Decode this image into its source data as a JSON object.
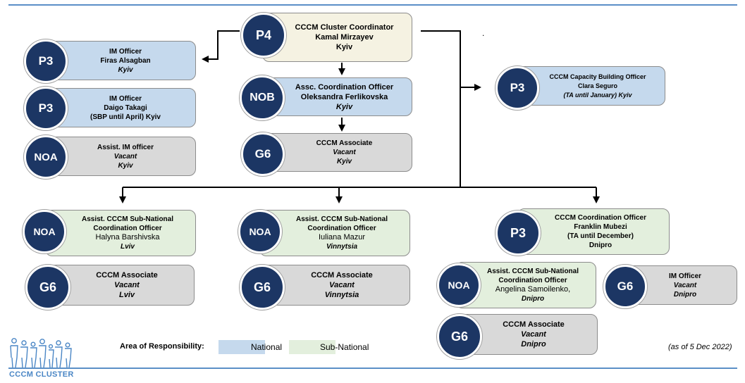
{
  "colors": {
    "national": "#c5d9ed",
    "sub_national": "#e3efdd",
    "coordinator": "#f5f2e2",
    "support": "#d9d9d9",
    "grade_circle": "#1c3664",
    "rule": "#5b8fc7"
  },
  "positions": {
    "coordinator": {
      "grade": "P4",
      "title": "CCCM Cluster Coordinator",
      "name": "Kamal Mirzayev",
      "location": "Kyiv"
    },
    "im1": {
      "grade": "P3",
      "title": "IM Officer",
      "name": "Firas Alsagban",
      "location": "Kyiv"
    },
    "im2": {
      "grade": "P3",
      "title": "IM Officer",
      "name": "Daigo Takagi",
      "location": "(SBP until April) Kyiv"
    },
    "assist_im": {
      "grade": "NOA",
      "title": "Assist. IM officer",
      "name": "Vacant",
      "location": "Kyiv"
    },
    "assoc_coord": {
      "grade": "NOB",
      "title": "Assc. Coordination Officer",
      "name": "Oleksandra Ferlikovska",
      "location": "Kyiv"
    },
    "assoc_kyiv": {
      "grade": "G6",
      "title": "CCCM Associate",
      "name": "Vacant",
      "location": "Kyiv"
    },
    "capacity": {
      "grade": "P3",
      "title": "CCCM Capacity Building Officer",
      "name": "Clara Seguro",
      "location": "(TA until January) Kyiv"
    },
    "lviv_sub": {
      "grade": "NOA",
      "title1": "Assist. CCCM Sub-National",
      "title2": "Coordination Officer",
      "name": "Halyna Barshivska",
      "location": "Lviv"
    },
    "lviv_assoc": {
      "grade": "G6",
      "title": "CCCM Associate",
      "name": "Vacant",
      "location": "Lviv"
    },
    "vin_sub": {
      "grade": "NOA",
      "title1": "Assist. CCCM Sub-National",
      "title2": "Coordination Officer",
      "name": "Iuliana Mazur",
      "location": "Vinnytsia"
    },
    "vin_assoc": {
      "grade": "G6",
      "title": "CCCM Associate",
      "name": "Vacant",
      "location": "Vinnytsia"
    },
    "dnipro_coord": {
      "grade": "P3",
      "title": "CCCM Coordination Officer",
      "name": "Franklin Mubezi",
      "note": "(TA until December)",
      "location": "Dnipro"
    },
    "dnipro_sub": {
      "grade": "NOA",
      "title1": "Assist. CCCM Sub-National",
      "title2": "Coordination Officer",
      "name": "Angelina Samoilenko,",
      "location": "Dnipro"
    },
    "dnipro_im": {
      "grade": "G6",
      "title": "IM Officer",
      "name": "Vacant",
      "location": "Dnipro"
    },
    "dnipro_assoc": {
      "grade": "G6",
      "title": "CCCM Associate",
      "name": "Vacant",
      "location": "Dnipro"
    }
  },
  "legend": {
    "label": "Area of Responsibility:",
    "national": "National",
    "sub_national": "Sub-National"
  },
  "as_of": "(as of 5 Dec 2022)",
  "logo": {
    "text": "CCCM CLUSTER"
  },
  "stray_mark": "."
}
